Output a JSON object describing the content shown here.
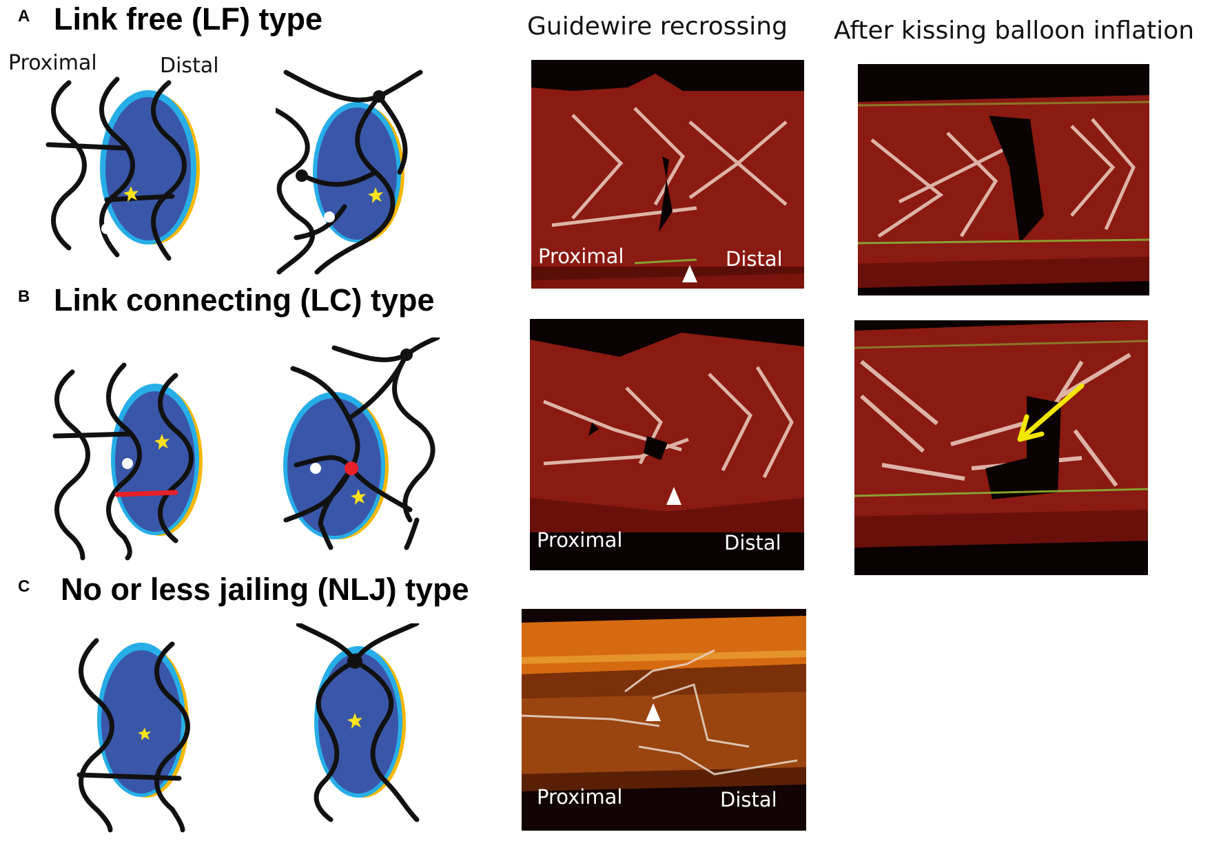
{
  "columns": {
    "guidewire": "Guidewire recrossing",
    "kissing": "After kissing balloon inflation"
  },
  "directions": {
    "proximal": "Proximal",
    "distal": "Distal"
  },
  "panels": [
    {
      "letter": "A",
      "title": "Link free (LF) type"
    },
    {
      "letter": "B",
      "title": "Link connecting (LC) type"
    },
    {
      "letter": "C",
      "title": "No or less jailing (NLJ) type"
    }
  ],
  "image_labels": {
    "proximal": "Proximal",
    "distal": "Distal"
  },
  "colors": {
    "balloon": "#3a56a8",
    "balloon_rim": "#27aee8",
    "ostium_edge": "#f5b800",
    "strut": "#111111",
    "star": "#ffe21a",
    "link": "#e8202a",
    "arrow": "#f2e600",
    "tissue": "#8a1a12"
  }
}
